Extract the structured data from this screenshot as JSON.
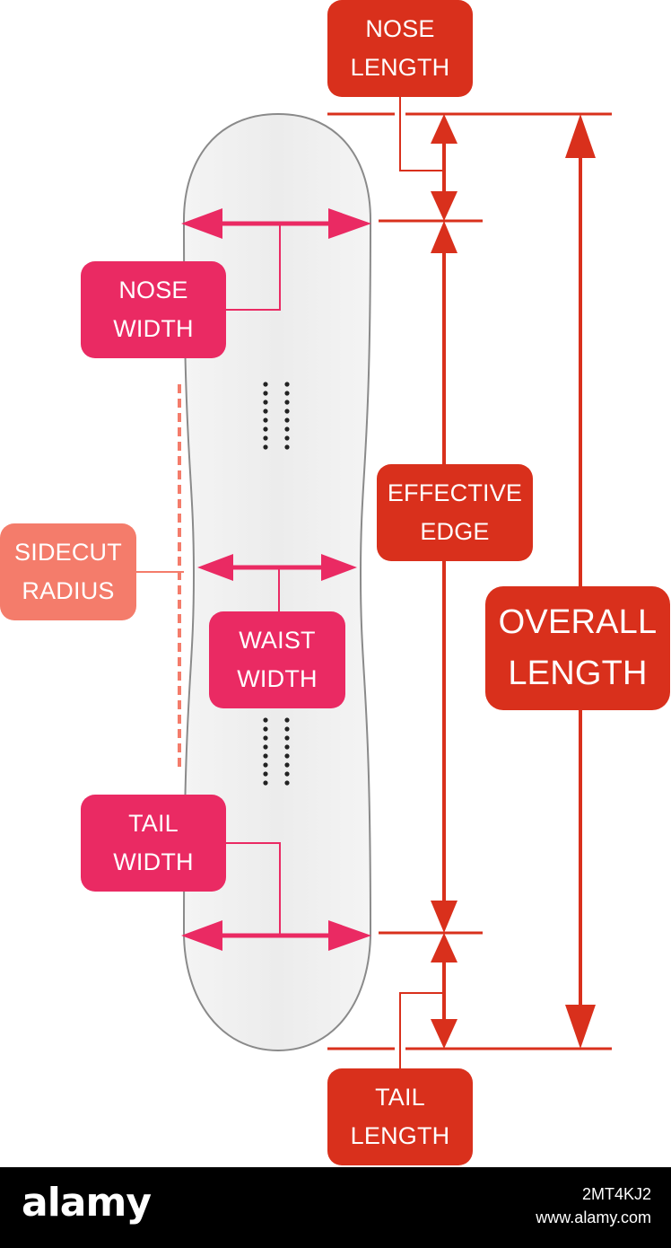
{
  "colors": {
    "board_fill": "#efefef",
    "board_outline": "#8a8a8a",
    "length_red": "#d9301c",
    "width_pink": "#ea2a63",
    "sidecut_salmon": "#f47c6b",
    "watermark_bg": "#000000"
  },
  "labels": {
    "nose_length": [
      "NOSE",
      "LENGTH"
    ],
    "nose_width": [
      "NOSE",
      "WIDTH"
    ],
    "effective_edge": [
      "EFFECTIVE",
      "EDGE"
    ],
    "sidecut_radius": [
      "SIDECUT",
      "RADIUS"
    ],
    "waist_width": [
      "WAIST",
      "WIDTH"
    ],
    "overall_length": [
      "OVERALL",
      "LENGTH"
    ],
    "tail_width": [
      "TAIL",
      "WIDTH"
    ],
    "tail_length": [
      "TAIL",
      "LENGTH"
    ]
  },
  "watermark": {
    "logo": "alamy",
    "image_id": "2MT4KJ2",
    "url": "www.alamy.com"
  }
}
